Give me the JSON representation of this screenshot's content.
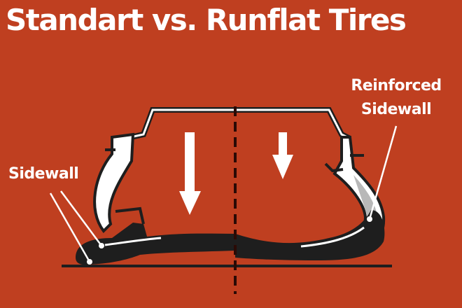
{
  "title": "Standart vs. Runflat Tires",
  "labels": {
    "standard_sidewall": "Sidewall",
    "runflat_sidewall_line1": "Reinforced",
    "runflat_sidewall_line2": "Sidewall"
  },
  "colors": {
    "background": "#bf3f20",
    "text": "#ffffff",
    "tire": "#1e1e1e",
    "rim": "#ffffff",
    "reinforced": "#b8b8b8"
  },
  "arrows": {
    "standard": "large-down-arrow",
    "runflat": "small-down-arrow"
  }
}
